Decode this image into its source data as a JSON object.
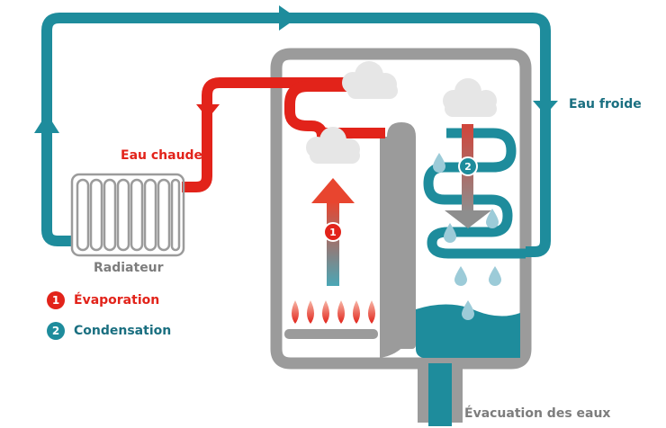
{
  "labels": {
    "hot_water": "Eau chaude",
    "cold_water": "Eau froide",
    "radiator": "Radiateur",
    "drain": "Évacuation des eaux"
  },
  "legend": [
    {
      "num": "1",
      "label": "Évaporation",
      "color": "#e2231a"
    },
    {
      "num": "2",
      "label": "Condensation",
      "color": "#1e8c9c"
    }
  ],
  "markers": {
    "evaporation": "1",
    "condensation": "2"
  },
  "colors": {
    "hot": "#e2231a",
    "cold": "#1e8c9c",
    "body": "#9b9b9b",
    "radiator": "#9b9b9b",
    "cloud": "#e6e6e6",
    "drop": "#9ccbd8",
    "flame": "#f05a45",
    "text_grey": "#7d7d7d"
  },
  "icons": [
    "cloud-icon",
    "water-drop-icon",
    "flame-icon",
    "flow-arrow-icon",
    "radiator-icon"
  ]
}
